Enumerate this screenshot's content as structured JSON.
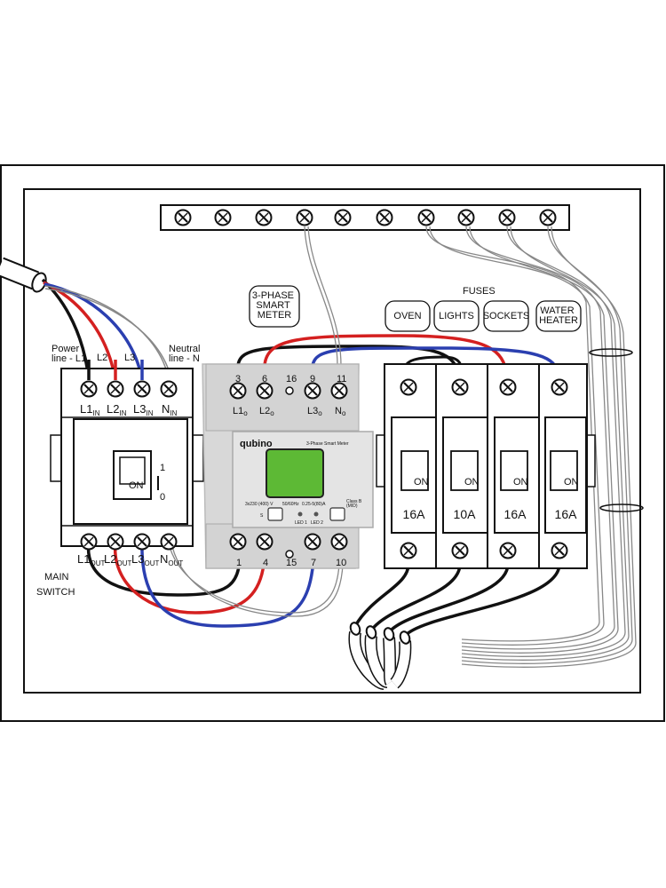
{
  "labels": {
    "power_line_l1": [
      "Power",
      "line - L1"
    ],
    "l2": "L2",
    "l3": "L3",
    "neutral": [
      "Neutral",
      "line - N"
    ],
    "main_switch": [
      "MAIN",
      "SWITCH"
    ],
    "meter_callout": [
      "3-PHASE",
      "SMART",
      "METER"
    ],
    "fuses_title": "FUSES",
    "fuse_callouts": [
      {
        "lines": [
          "OVEN"
        ]
      },
      {
        "lines": [
          "LIGHTS"
        ]
      },
      {
        "lines": [
          "SOCKETS"
        ]
      },
      {
        "lines": [
          "WATER",
          "HEATER"
        ]
      }
    ]
  },
  "main_switch": {
    "inputs": [
      {
        "main": "L1",
        "sub": "IN"
      },
      {
        "main": "L2",
        "sub": "IN"
      },
      {
        "main": "L3",
        "sub": "IN"
      },
      {
        "main": "N",
        "sub": "IN"
      }
    ],
    "outputs": [
      {
        "main": "L1",
        "sub": "OUT"
      },
      {
        "main": "L2",
        "sub": "OUT"
      },
      {
        "main": "L3",
        "sub": "OUT"
      },
      {
        "main": "N",
        "sub": "OUT"
      }
    ],
    "toggle_label": "ON",
    "pos_on": "1",
    "pos_off": "0"
  },
  "meter": {
    "brand": "qubino",
    "model": "3-Phase Smart Meter",
    "top_numbers": [
      "3",
      "6",
      "16",
      "9",
      "11"
    ],
    "top_labels": [
      {
        "main": "L1",
        "sub": "o"
      },
      {
        "main": "L2",
        "sub": "o"
      },
      {
        "main": "L3",
        "sub": "o"
      },
      {
        "main": "N",
        "sub": "o"
      }
    ],
    "bottom_numbers": [
      "1",
      "4",
      "15",
      "7",
      "10"
    ],
    "specs": [
      "3x230 (400) V",
      "50/60Hz",
      "0.25-5(80)A"
    ],
    "class_text": [
      "Class B",
      "(MID)"
    ],
    "s_button": "S",
    "leds": [
      "LED 1",
      "LED 2"
    ]
  },
  "fuses": [
    {
      "rating": "16A",
      "toggle": "ON"
    },
    {
      "rating": "10A",
      "toggle": "ON"
    },
    {
      "rating": "16A",
      "toggle": "ON"
    },
    {
      "rating": "16A",
      "toggle": "ON"
    }
  ],
  "colors": {
    "l1": "#111111",
    "l2": "#d42020",
    "l3": "#2b3fb0",
    "neutral": "#888888",
    "meter_body": "#dcdcdc",
    "display": "#5db935"
  }
}
